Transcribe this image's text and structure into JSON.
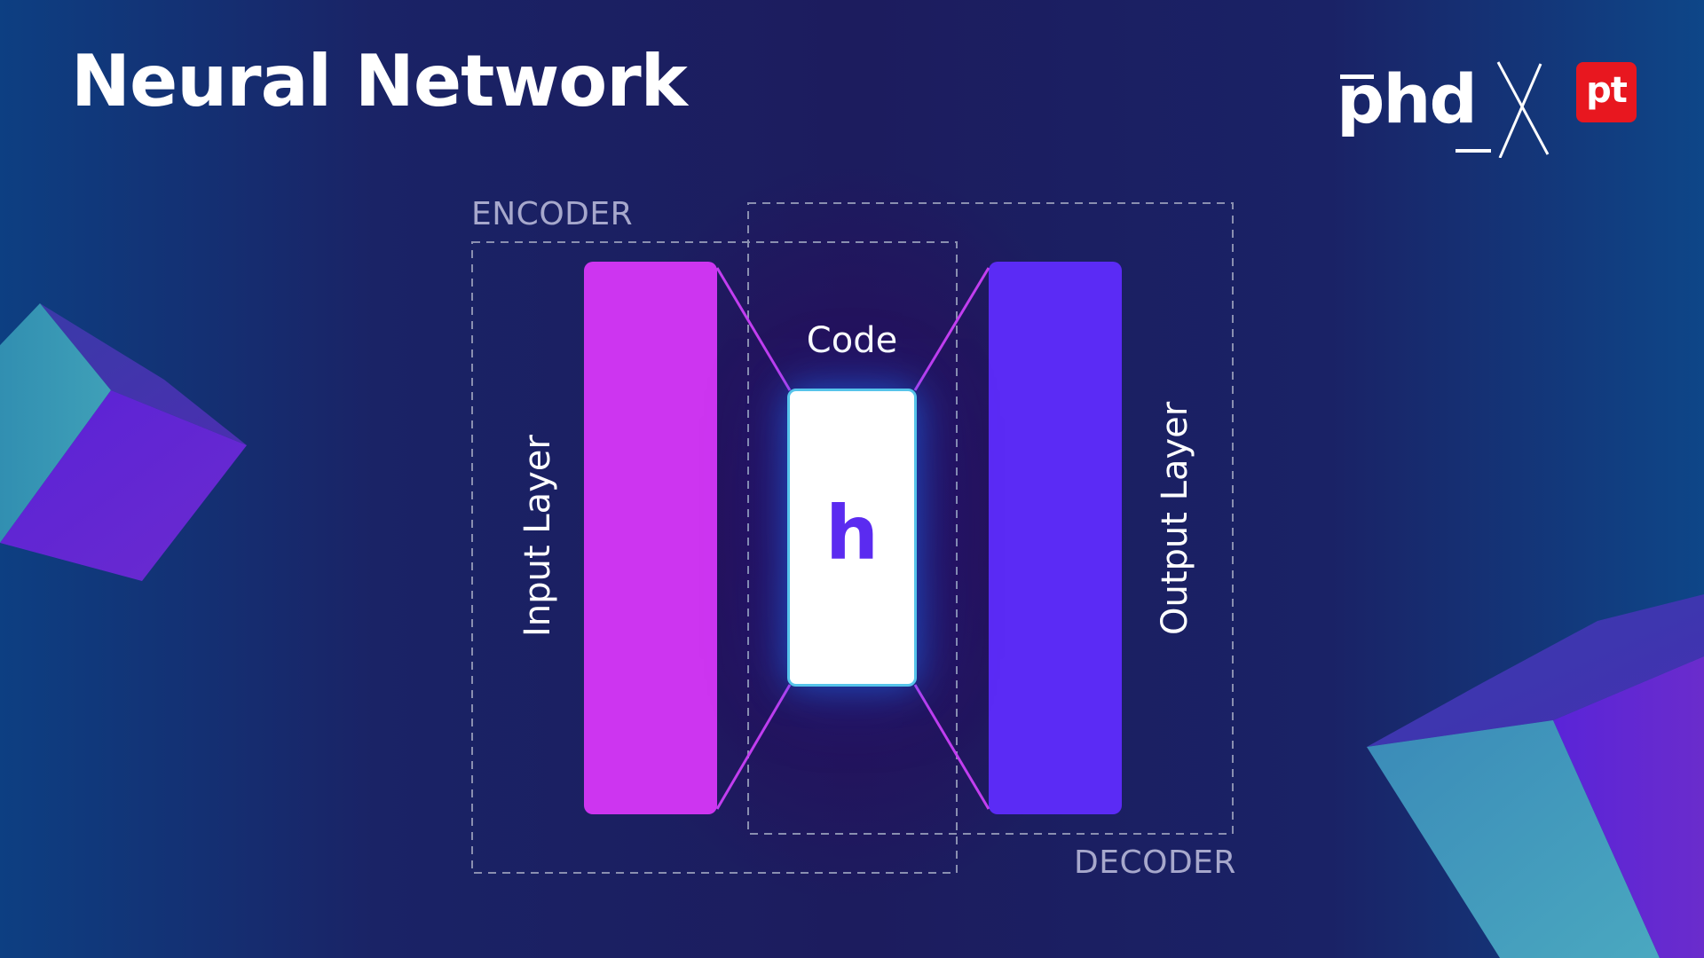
{
  "title": "Neural Network",
  "logo": {
    "phd": "phd",
    "separator": "X",
    "badge": "pt",
    "badge_color": "#e8171f"
  },
  "diagram": {
    "encoder_label": "ENCODER",
    "decoder_label": "DECODER",
    "input_layer_label": "Input Layer",
    "output_layer_label": "Output Layer",
    "code_label": "Code",
    "code_symbol": "h",
    "input_layer_color": "#cd35f0",
    "output_layer_color": "#5b2bf5",
    "connector_color": "#c23ef0",
    "code_border_color": "#56c4ea"
  }
}
